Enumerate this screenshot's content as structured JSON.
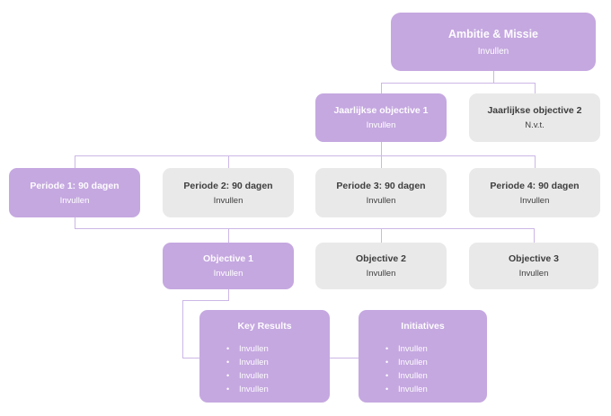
{
  "colors": {
    "purple": "#c5a8e0",
    "gray": "#e9e9e9",
    "text_on_purple": "#ffffff",
    "text_on_gray": "#3e3e3e",
    "connector": "#ccb7e6"
  },
  "nodes": {
    "ambitie": {
      "title": "Ambitie & Missie",
      "subtitle": "Invullen"
    },
    "jaarlijkse1": {
      "title": "Jaarlijkse objective 1",
      "subtitle": "Invullen"
    },
    "jaarlijkse2": {
      "title": "Jaarlijkse objective 2",
      "subtitle": "N.v.t."
    },
    "periode1": {
      "title": "Periode 1: 90 dagen",
      "subtitle": "Invullen"
    },
    "periode2": {
      "title": "Periode 2: 90 dagen",
      "subtitle": "Invullen"
    },
    "periode3": {
      "title": "Periode 3: 90 dagen",
      "subtitle": "Invullen"
    },
    "periode4": {
      "title": "Periode 4: 90 dagen",
      "subtitle": "Invullen"
    },
    "objective1": {
      "title": "Objective 1",
      "subtitle": "Invullen"
    },
    "objective2": {
      "title": "Objective 2",
      "subtitle": "Invullen"
    },
    "objective3": {
      "title": "Objective 3",
      "subtitle": "Invullen"
    },
    "keyresults": {
      "title": "Key Results",
      "bullets": [
        "Invullen",
        "Invullen",
        "Invullen",
        "Invullen"
      ]
    },
    "initiatives": {
      "title": "Initiatives",
      "bullets": [
        "Invullen",
        "Invullen",
        "Invullen",
        "Invullen"
      ]
    }
  },
  "bullet_glyph": "•"
}
